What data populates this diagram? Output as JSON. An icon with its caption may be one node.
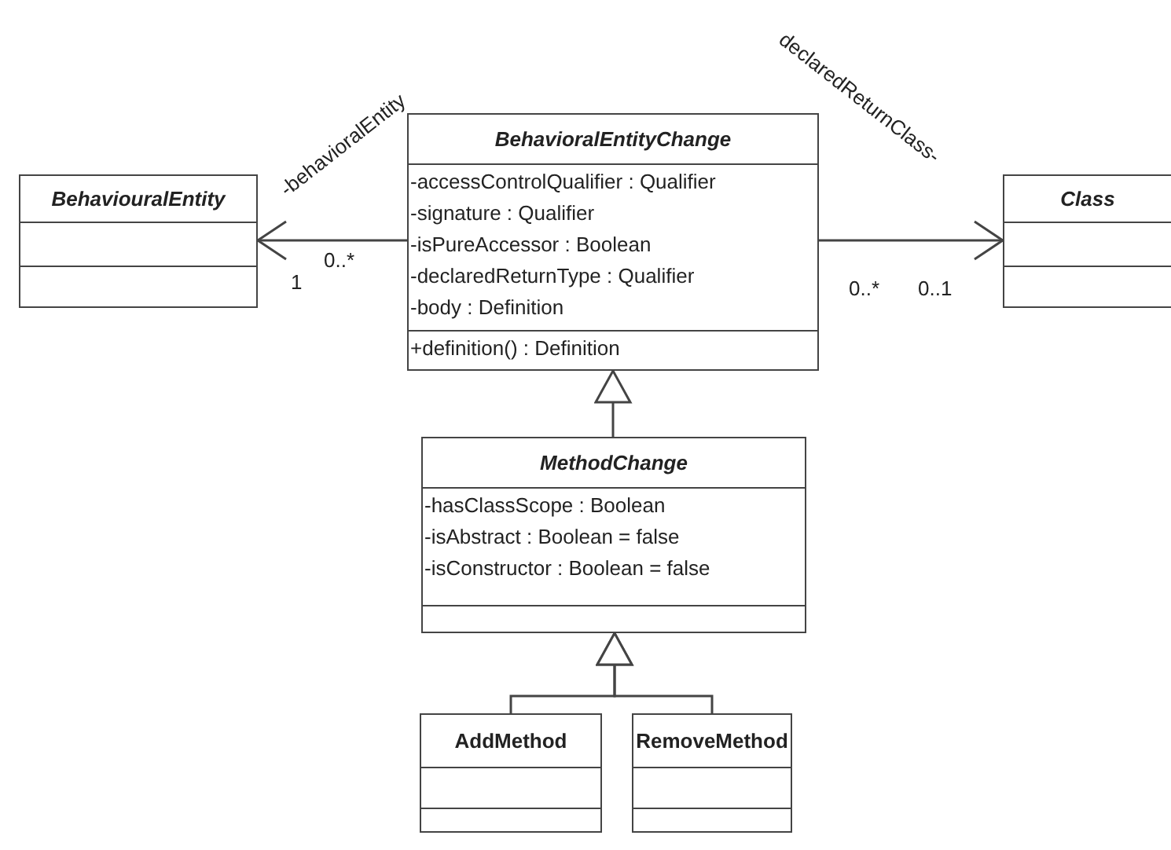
{
  "diagram": {
    "nodes": [
      {
        "text": [
          "BehaviouralEntity"
        ]
      },
      {
        "text": [
          "BehavioralEntityChange",
          "-accessControlQualifier : Qualifier",
          "-signature : Qualifier",
          "-isPureAccessor : Boolean",
          "-declaredReturnType : Qualifier",
          "-body : Definition",
          "+definition() : Definition"
        ]
      },
      {
        "text": [
          "Class"
        ]
      },
      {
        "text": [
          "MethodChange",
          "-hasClassScope : Boolean",
          "-isAbstract : Boolean = false",
          "-isConstructor : Boolean = false"
        ]
      },
      {
        "text": [
          "AddMethod"
        ]
      },
      {
        "text": [
          "RemoveMethod"
        ]
      }
    ],
    "edges": [
      {
        "from": 1,
        "to": 0,
        "arrow": "to",
        "label": "-behavioralEntity"
      },
      {
        "from": 1,
        "to": 2,
        "arrow": "to",
        "label": "declaredReturnClass-"
      },
      {
        "from": 3,
        "to": 1,
        "arrow": "to"
      },
      {
        "from": 4,
        "to": 3,
        "arrow": "to"
      },
      {
        "from": 5,
        "to": 3,
        "arrow": "to"
      }
    ],
    "labels": [
      "0..*",
      "1",
      "0..*",
      "0..1"
    ]
  }
}
